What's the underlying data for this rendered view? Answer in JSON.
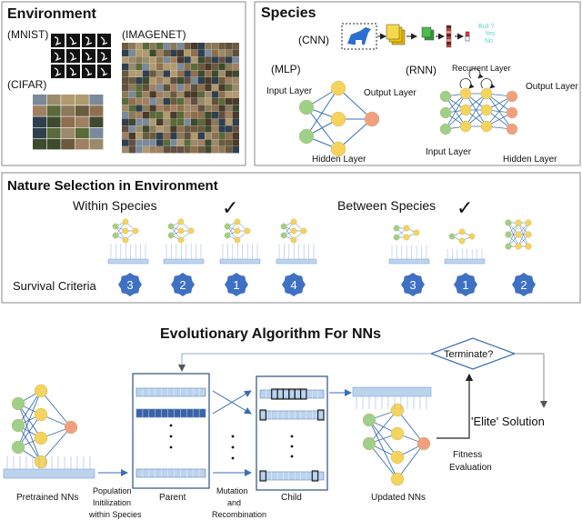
{
  "environment": {
    "title": "Environment",
    "mnist": "(MNIST)",
    "imagenet": "(IMAGENET)",
    "cifar": "(CIFAR)"
  },
  "species": {
    "title": "Species",
    "cnn": "(CNN)",
    "cnn_outputs": [
      "Bull ?",
      "Yes",
      "No"
    ],
    "mlp": "(MLP)",
    "rnn": "(RNN)",
    "mlp_input": "Input Layer",
    "mlp_output": "Output Layer",
    "mlp_hidden": "Hidden Layer",
    "rnn_recurrent": "Recurrent Layer",
    "rnn_output": "Output Layer",
    "rnn_input": "Input Layer",
    "rnn_hidden": "Hidden Layer"
  },
  "selection": {
    "title": "Nature Selection in Environment",
    "within": "Within Species",
    "between": "Between Species",
    "criteria": "Survival Criteria",
    "within_ranks": [
      "3",
      "2",
      "1",
      "4"
    ],
    "between_ranks": [
      "3",
      "1",
      "2"
    ],
    "checkmark": "✓"
  },
  "evolution": {
    "title": "Evolutionary Algorithm For NNs",
    "terminate": "Terminate?",
    "elite": "'Elite' Solution",
    "fitness": [
      "Fitness",
      "Evaluation"
    ],
    "pretrained": "Pretrained NNs",
    "population": [
      "Population",
      "Initilization",
      "within Species"
    ],
    "parent": "Parent",
    "mutation": [
      "Mutation",
      "and",
      "Recombination"
    ],
    "child": "Child",
    "updated": "Updated NNs"
  },
  "colors": {
    "node_yellow": "#f4d35e",
    "node_green": "#9fd08a",
    "node_red": "#f0a080",
    "edge_blue": "#3b6fb5",
    "badge_blue": "#3e71c4",
    "bar_blue": "#bcd3ee"
  }
}
